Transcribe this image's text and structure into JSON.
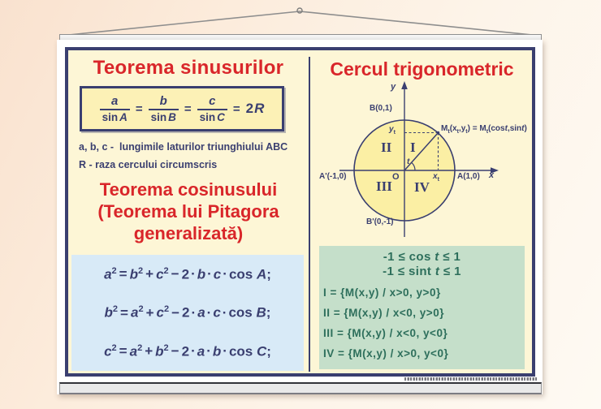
{
  "colors": {
    "accent_red": "#d9262a",
    "navy": "#3a3f70",
    "paper_cream": "#fdf6d6",
    "formula_box_bg": "#fcf1b6",
    "blue_box_bg": "#d8eaf7",
    "green_box_bg": "#c5dfca",
    "green_text": "#2e6f5c",
    "circle_fill": "#fbefa4"
  },
  "tok": {
    "sup2": "2",
    "eq": "=",
    "plus": "+",
    "minus": "−",
    "two": "2",
    "dot": "·",
    "cos": "cos",
    "semi": ";"
  },
  "left": {
    "title": "Teorema sinusurilor",
    "formula": {
      "f1": {
        "num": "a",
        "fn": "sin",
        "var": "A"
      },
      "f2": {
        "num": "b",
        "fn": "sin",
        "var": "B"
      },
      "f3": {
        "num": "c",
        "fn": "sin",
        "var": "C"
      },
      "res_2": "2",
      "res_R": "R"
    },
    "def1": "a, b, c -  lungimile laturilor triunghiului ABC",
    "def2": "R - raza cercului circumscris",
    "cos_title_1": "Teorema cosinusului",
    "cos_title_2": "(Teorema lui Pitagora",
    "cos_title_3": "generalizată)",
    "cos_lines": [
      {
        "lhs": "a",
        "t1": "b",
        "t2": "c",
        "m1": "b",
        "m2": "c",
        "ang": "A"
      },
      {
        "lhs": "b",
        "t1": "a",
        "t2": "c",
        "m1": "a",
        "m2": "c",
        "ang": "B"
      },
      {
        "lhs": "c",
        "t1": "a",
        "t2": "b",
        "m1": "a",
        "m2": "b",
        "ang": "C"
      }
    ]
  },
  "right": {
    "title": "Cercul trigonometric",
    "diagram": {
      "y_axis": "y",
      "x_axis": "x",
      "origin": "O",
      "angle": "t",
      "b": "B(0,1)",
      "b_prime": "B'(0,-1)",
      "a": "A(1,0)",
      "a_prime": "A'(-1,0)",
      "q1": "I",
      "q2": "II",
      "q3": "III",
      "q4": "IV",
      "yt": {
        "base": "y",
        "sub": "t"
      },
      "xt": {
        "base": "x",
        "sub": "t"
      },
      "m": {
        "p1": "M",
        "s1": "t",
        "p2": "(x",
        "s2": "t",
        "p3": ",y",
        "s3": "t",
        "p4": ") = M",
        "s4": "t",
        "p5": "(cos",
        "i5": "t",
        "p6": ",sin",
        "i6": "t",
        "p7": ")"
      }
    },
    "ineq1": {
      "pre": "-1 ≤ cos ",
      "t": "t",
      "post": " ≤ 1"
    },
    "ineq2": {
      "pre": "-1 ≤ sint ",
      "t": "t",
      "post": " ≤ 1"
    },
    "quad_defs": [
      "I = {M(x,y) / x>0, y>0}",
      "II = {M(x,y) / x<0, y>0}",
      "III = {M(x,y) / x<0, y<0}",
      "IV = {M(x,y) / x>0, y<0}"
    ]
  }
}
